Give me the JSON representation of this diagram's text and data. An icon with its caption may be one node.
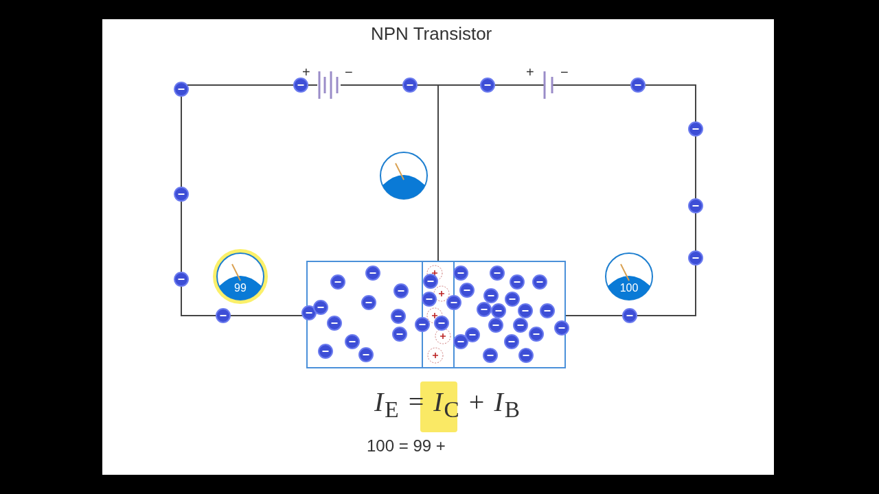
{
  "diagram": {
    "title": "NPN Transistor",
    "nodes": [
      {
        "text": [
          "99"
        ]
      },
      {
        "text": [],
        "shape": "circle"
      },
      {
        "text": [
          "100"
        ]
      }
    ],
    "labels": [
      "+",
      "−",
      "+",
      "−",
      "*I*$_{E}$ = *I*$_{C}$ + *I*$_{B}$",
      "100 = 99 +"
    ]
  }
}
